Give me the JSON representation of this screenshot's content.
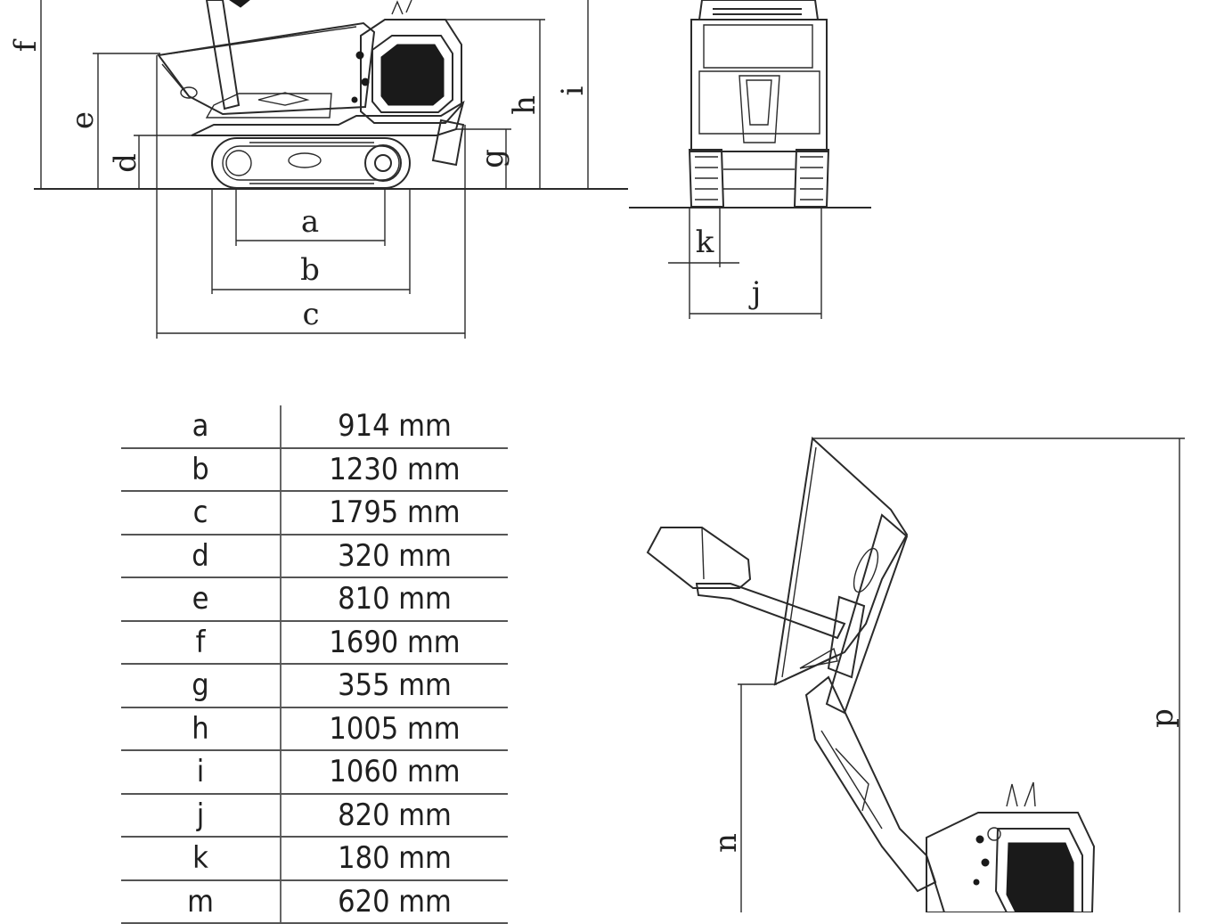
{
  "dimension_labels": {
    "a": "a",
    "b": "b",
    "c": "c",
    "d": "d",
    "e": "e",
    "f": "f",
    "g": "g",
    "h": "h",
    "i": "i",
    "j": "j",
    "k": "k",
    "n": "n",
    "p": "p"
  },
  "spec_table": [
    {
      "key": "a",
      "value": "914 mm"
    },
    {
      "key": "b",
      "value": "1230 mm"
    },
    {
      "key": "c",
      "value": "1795 mm"
    },
    {
      "key": "d",
      "value": "320 mm"
    },
    {
      "key": "e",
      "value": "810 mm"
    },
    {
      "key": "f",
      "value": "1690 mm"
    },
    {
      "key": "g",
      "value": "355 mm"
    },
    {
      "key": "h",
      "value": "1005 mm"
    },
    {
      "key": "i",
      "value": "1060 mm"
    },
    {
      "key": "j",
      "value": "820 mm"
    },
    {
      "key": "k",
      "value": "180 mm"
    },
    {
      "key": "m",
      "value": "620 mm"
    }
  ]
}
